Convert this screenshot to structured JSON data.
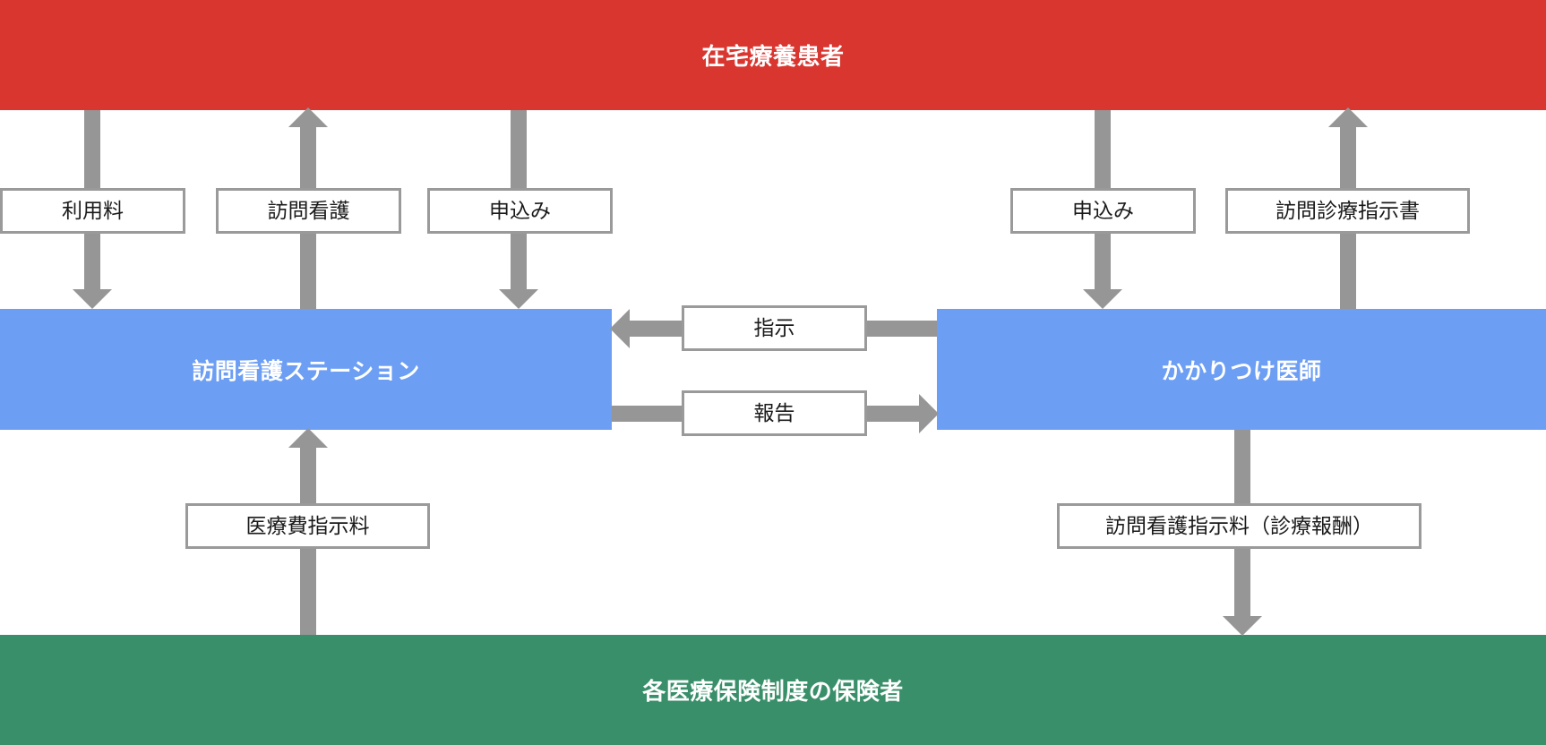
{
  "diagram": {
    "title_node": "在宅療養患者",
    "nodes": {
      "patient": "在宅療養患者",
      "station": "訪問看護ステーション",
      "doctor": "かかりつけ医師",
      "insurer": "各医療保険制度の保険者"
    },
    "colors": {
      "patient_bg": "#d93630",
      "station_bg": "#6c9ef4",
      "doctor_bg": "#6c9ef4",
      "insurer_bg": "#388f69",
      "arrow": "#969696",
      "chip_border": "#9a9a9a",
      "chip_bg": "#ffffff",
      "node_text": "#ffffff",
      "chip_text": "#1a1a1a"
    },
    "edges": [
      {
        "label": "利用料",
        "from": "station",
        "to": "patient",
        "direction": "down"
      },
      {
        "label": "訪問看護",
        "from": "station",
        "to": "patient",
        "direction": "up"
      },
      {
        "label": "申込み",
        "from": "patient",
        "to": "station",
        "direction": "down"
      },
      {
        "label": "申込み",
        "from": "patient",
        "to": "doctor",
        "direction": "down"
      },
      {
        "label": "訪問診療指示書",
        "from": "doctor",
        "to": "patient",
        "direction": "up"
      },
      {
        "label": "指示",
        "from": "doctor",
        "to": "station",
        "direction": "left"
      },
      {
        "label": "報告",
        "from": "station",
        "to": "doctor",
        "direction": "right"
      },
      {
        "label": "医療費指示料",
        "from": "insurer",
        "to": "station",
        "direction": "up"
      },
      {
        "label": "訪問看護指示料（診療報酬）",
        "from": "doctor",
        "to": "insurer",
        "direction": "down"
      }
    ]
  }
}
